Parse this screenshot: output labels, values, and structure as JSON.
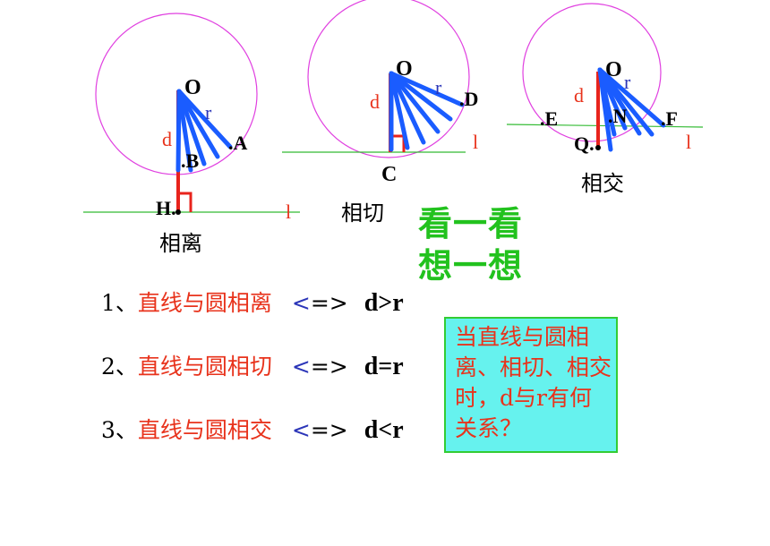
{
  "figures": {
    "f1": {
      "center": "O",
      "radius_label": "r",
      "distance_label": "d",
      "points": [
        ".A",
        ".B",
        "H."
      ],
      "line_label": "l",
      "caption": "相离"
    },
    "f2": {
      "center": "O",
      "radius_label": "r",
      "distance_label": "d",
      "points": [
        ".D",
        "C"
      ],
      "line_label": "l",
      "caption": "相切"
    },
    "f3": {
      "center": "O",
      "radius_label": "r",
      "distance_label": "d",
      "points": [
        ".E",
        ".N",
        ".F",
        "Q."
      ],
      "line_label": "l",
      "caption": "相交"
    }
  },
  "prompt": {
    "line1": "看一看",
    "line2": "想一想"
  },
  "relations": [
    {
      "index": "1、",
      "text": "直线与圆相离",
      "arrow_lt": "<",
      "arrow_rest": "=>",
      "relation": "d>r"
    },
    {
      "index": "2、",
      "text": "直线与圆相切",
      "arrow_lt": "<",
      "arrow_rest": "=>",
      "relation": "d=r"
    },
    {
      "index": "3、",
      "text": "直线与圆相交",
      "arrow_lt": "<",
      "arrow_rest": "=>",
      "relation": "d<r"
    }
  ],
  "question": "当直线与圆相离、相切、相交时，d与r有何关系？",
  "colors": {
    "circle": "#e040e0",
    "line": "#33bb33",
    "radius": "#1a5cff",
    "perpendicular": "#e8231c",
    "label_red": "#e8331c",
    "label_blue": "#2b35b8",
    "green_text": "#22c21e",
    "box_fill": "#66f2ee"
  }
}
